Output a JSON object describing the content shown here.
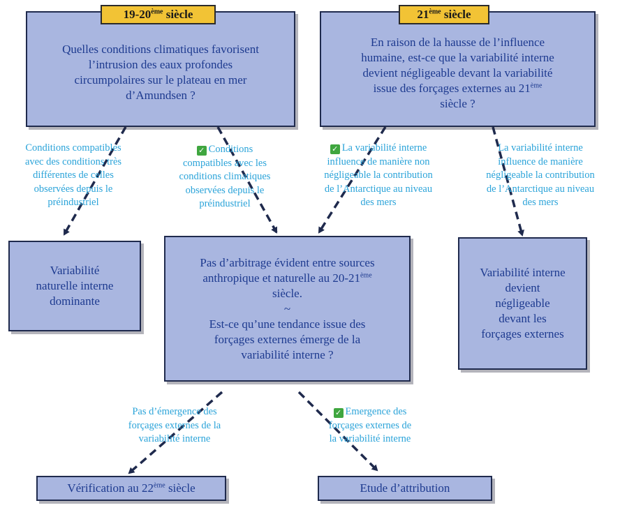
{
  "tags": {
    "left": {
      "pre": "19-20",
      "sup": "ème",
      "post": " siècle"
    },
    "right": {
      "pre": "21",
      "sup": "ème",
      "post": " siècle"
    }
  },
  "boxes": {
    "q_left": [
      "Quelles conditions climatiques favorisent",
      "l’intrusion des eaux profondes",
      "circumpolaires sur le plateau en mer",
      "d’Amundsen ?"
    ],
    "q_right": {
      "lines": [
        "En raison de la hausse de l’influence",
        "humaine, est-ce que la variabilité interne",
        "devient négligeable devant la variabilité"
      ],
      "line4_pre": "issue des forçages externes au 21",
      "line4_sup": "ème",
      "line5": "siècle ?"
    },
    "variabilite_naturelle": [
      "Variabilité",
      "naturelle interne",
      "dominante"
    ],
    "center": {
      "line1": "Pas d’arbitrage évident entre sources",
      "line2_pre": "anthropique et naturelle au 20-21",
      "line2_sup": "ème",
      "line3": "siècle.",
      "tilde": "~",
      "line4": "Est-ce qu’une tendance issue des",
      "line5": "forçages externes émerge de la",
      "line6": "variabilité interne ?"
    },
    "variabilite_negligeable": [
      "Variabilité interne",
      "devient",
      "négligeable",
      "devant les",
      "forçages externes"
    ],
    "verification": {
      "pre": "Vérification au 22",
      "sup": "ème",
      "post": " siècle"
    },
    "attribution": "Etude d’attribution"
  },
  "labels": {
    "compatibles_differentes": [
      "Conditions compatibles",
      "avec des conditions très",
      "différentes de celles",
      "observées depuis le",
      "préindustriel"
    ],
    "compatibles_observees": [
      "Conditions",
      "compatibles avec les",
      "conditions climatiques",
      "observées depuis le",
      "préindustriel"
    ],
    "influence_non_negligeable": [
      "La variabilité interne",
      "influence de manière non",
      "négligeable la contribution",
      "de l’Antarctique au niveau",
      "des mers"
    ],
    "influence_negligeable": [
      "La variabilité interne",
      "influence de manière",
      "négligeable la contribution",
      "de l’Antarctique au niveau",
      "des mers"
    ],
    "pas_emergence": [
      "Pas d’émergence des",
      "forçages externes de la",
      "variabilité interne"
    ],
    "emergence": [
      "Emergence des",
      "forçages externes de",
      "la variabilité interne"
    ]
  },
  "check_icon": "check-mark-icon",
  "colors": {
    "box_fill": "#a9b6e0",
    "box_text": "#1d3a8f",
    "tag_fill": "#f2c335",
    "label_text": "#2aa3d9",
    "arrow": "#1f2a4d",
    "check": "#3fa63f"
  }
}
